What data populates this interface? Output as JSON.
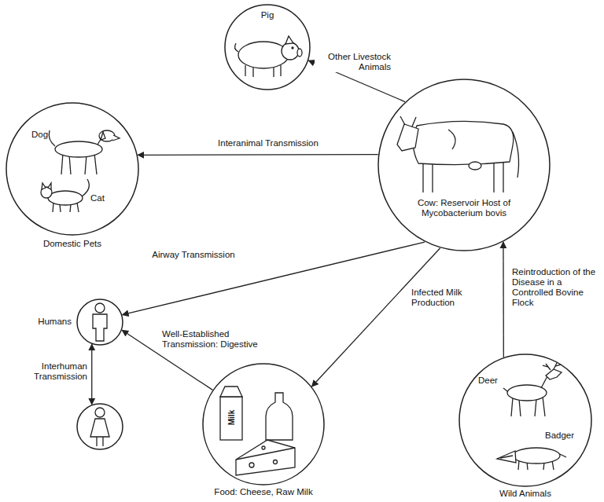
{
  "diagram": {
    "nodes": [
      {
        "text": [
          "Pig"
        ]
      },
      {
        "text": [
          "Dog",
          "Cat",
          "Domestic Pets"
        ]
      },
      {
        "text": [
          "Cow: Reservoir Host of Mycobacterium bovis"
        ]
      },
      {
        "text": [
          "Humans"
        ]
      },
      {
        "text": []
      },
      {
        "text": [
          "Milk",
          "Food: Cheese, Raw Milk"
        ]
      },
      {
        "text": [
          "Deer",
          "Badger",
          "Wild Animals"
        ]
      }
    ],
    "edges": [
      {
        "from": 2,
        "to": 0,
        "label": "Other Livestock Animals",
        "arrow": "to"
      },
      {
        "from": 2,
        "to": 1,
        "label": "Interanimal Transmission",
        "arrow": "to"
      },
      {
        "from": 2,
        "to": 3,
        "label": "Airway Transmission",
        "arrow": "to"
      },
      {
        "from": 2,
        "to": 5,
        "label": "Infected Milk Production",
        "arrow": "to"
      },
      {
        "from": 5,
        "to": 3,
        "label": "Well-Established Transmission: Digestive",
        "arrow": "to"
      },
      {
        "from": 6,
        "to": 2,
        "label": "Reintroduction of the Disease in a Controlled Bovine Flock",
        "arrow": "to"
      },
      {
        "from": 3,
        "to": 4,
        "label": "Interhuman Transmission",
        "arrow": "both"
      }
    ]
  }
}
